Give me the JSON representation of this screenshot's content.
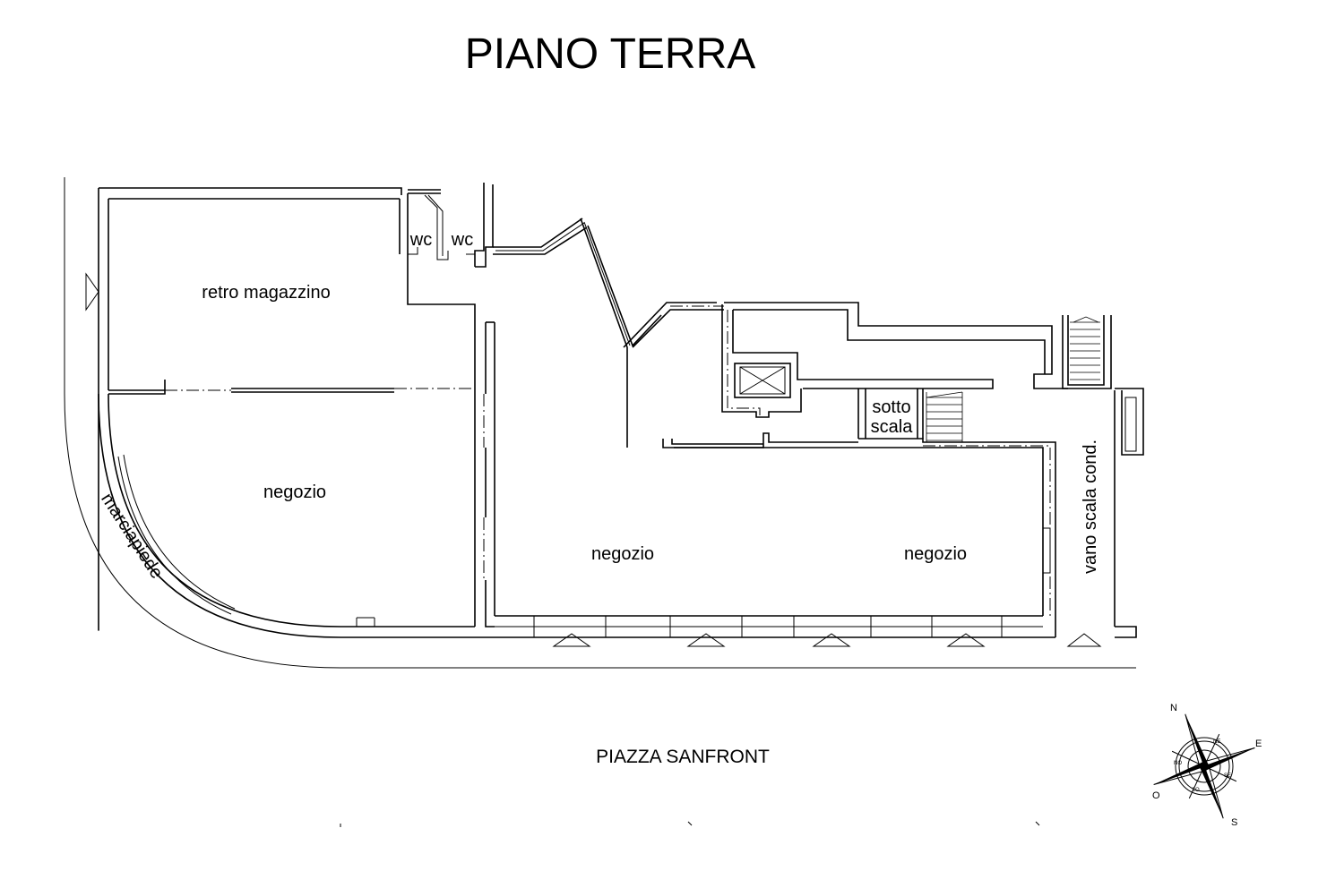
{
  "plan": {
    "title": "PIANO TERRA",
    "rooms": {
      "retro_magazzino": "retro magazzino",
      "wc_left": "wc",
      "wc_right": "wc",
      "negozio_corner": "negozio",
      "negozio_center": "negozio",
      "negozio_right": "negozio",
      "sotto_scala_line1": "sotto",
      "sotto_scala_line2": "scala",
      "vano_scala": "vano scala cond."
    },
    "sidewalk": "marciapiede",
    "street": "PIAZZA SANFRONT",
    "compass": {
      "n": "N",
      "e": "E",
      "s": "S",
      "o": "O",
      "ne": "NE",
      "se": "SE",
      "so": "SO",
      "no": "NO"
    }
  }
}
